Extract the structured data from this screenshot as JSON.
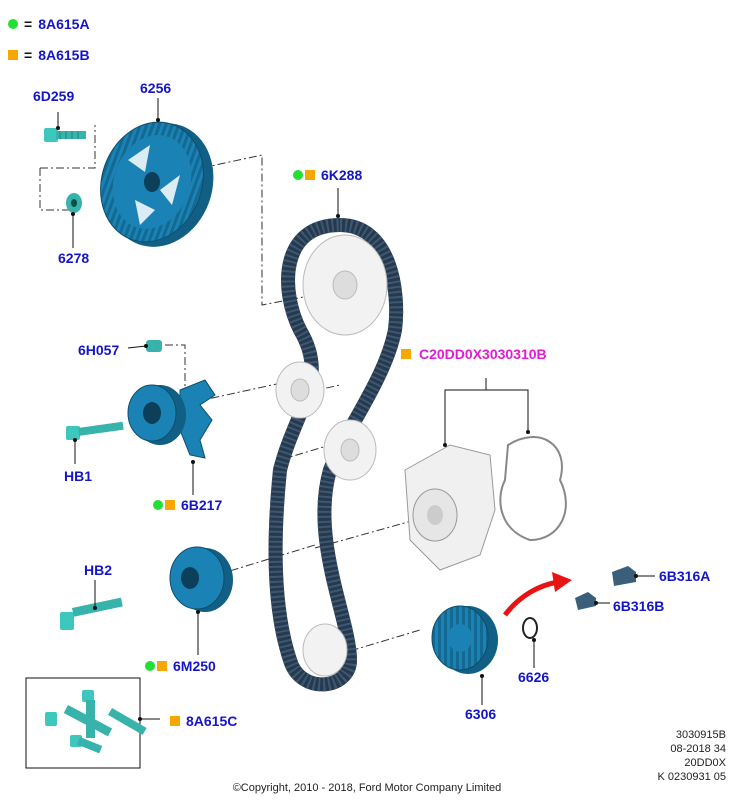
{
  "legend": [
    {
      "symbol": "green-circle",
      "code": "8A615A"
    },
    {
      "symbol": "orange-square",
      "code": "8A615B"
    }
  ],
  "parts": {
    "p6D259": "6D259",
    "p6256": "6256",
    "p6278": "6278",
    "p6K288": "6K288",
    "p6H057": "6H057",
    "pHB1": "HB1",
    "p6B217": "6B217",
    "pHB2": "HB2",
    "p6M250": "6M250",
    "pC20": "C20DD0X3030310B",
    "p6B316A": "6B316A",
    "p6B316B": "6B316B",
    "p6626": "6626",
    "p6306": "6306",
    "p8A615C": "8A615C"
  },
  "meta": [
    "3030915B",
    "08-2018 34",
    "20DD0X",
    "K 0230931 05"
  ],
  "copyright": "©Copyright, 2010 - 2018, Ford Motor Company Limited",
  "colors": {
    "part_label": "#1515c8",
    "highlight_label": "#e21bd6",
    "green": "#22e033",
    "orange": "#f6a800",
    "part_fill": "#1a82b4",
    "belt": "#26394d"
  }
}
